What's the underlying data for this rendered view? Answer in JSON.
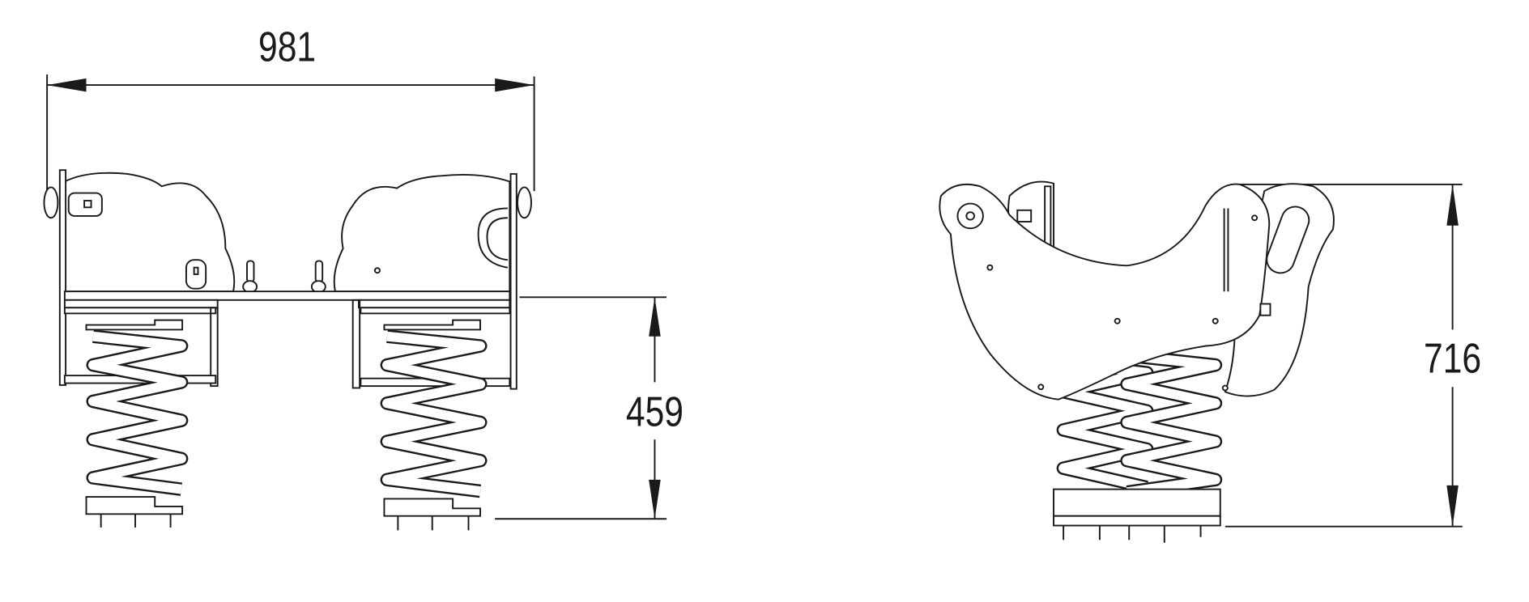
{
  "drawing": {
    "dimensions": {
      "width": "981",
      "seat_height": "459",
      "total_height": "716"
    }
  }
}
